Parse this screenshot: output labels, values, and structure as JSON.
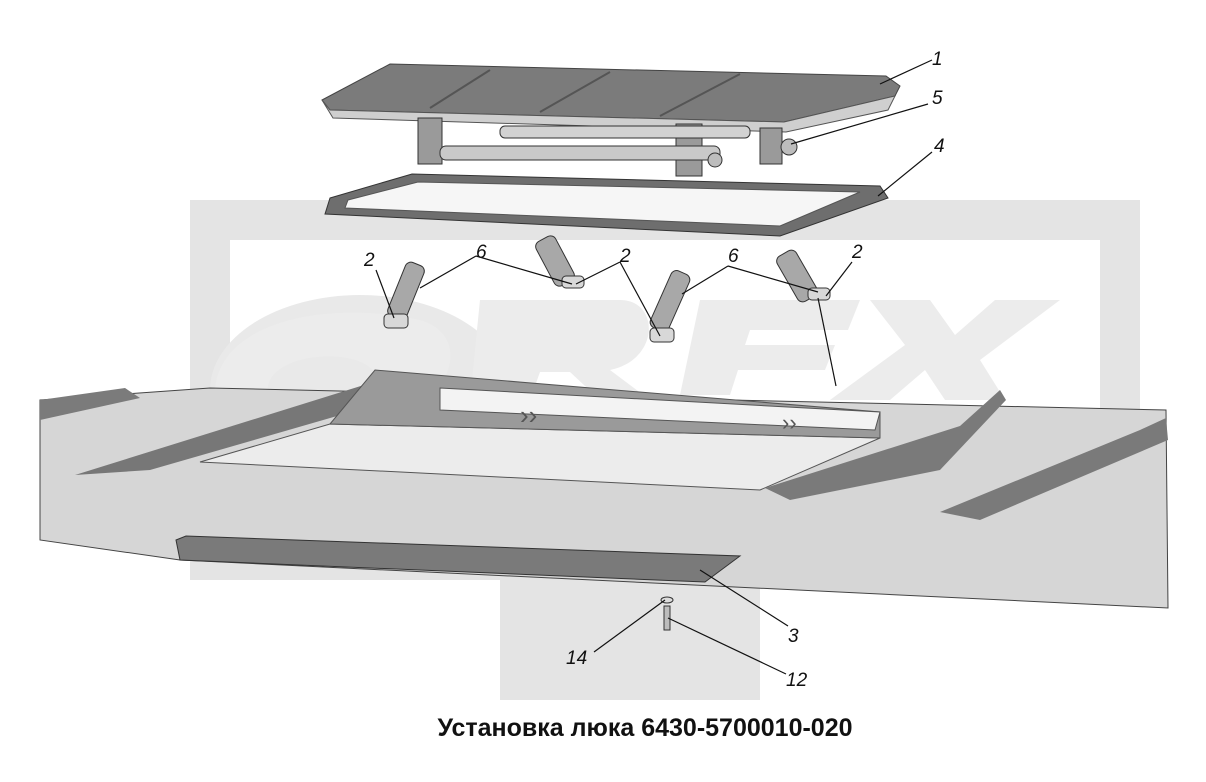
{
  "caption": "Установка люка 6430-5700010-020",
  "callouts": {
    "c1": "1",
    "c5": "5",
    "c4": "4",
    "c2a": "2",
    "c6a": "6",
    "c2b": "2",
    "c6b": "6",
    "c2c": "2",
    "c3": "3",
    "c14": "14",
    "c12": "12"
  },
  "colors": {
    "watermark": "#e2e2e2",
    "part_dark": "#6f6f6f",
    "part_mid": "#9a9a9a",
    "part_light": "#d4d4d4",
    "line": "#111111"
  }
}
